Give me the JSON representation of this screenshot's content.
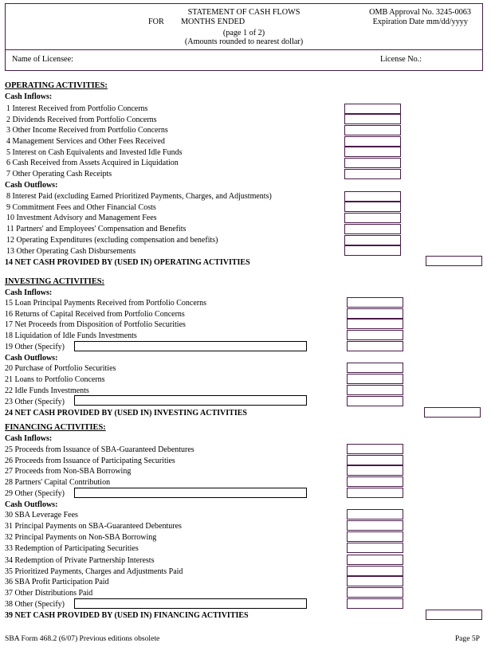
{
  "header": {
    "title": "STATEMENT OF CASH FLOWS",
    "for_label": "FOR",
    "months_label": "MONTHS ENDED",
    "page_of": "(page 1 of 2)",
    "rounding_note": "(Amounts rounded to nearest dollar)",
    "omb": "OMB Approval No. 3245-0063",
    "expiration": "Expiration Date  mm/dd/yyyy"
  },
  "licensee": {
    "name_label": "Name of Licensee:",
    "license_label": "License No.:"
  },
  "operating": {
    "heading": "OPERATING ACTIVITIES:",
    "inflows_label": "Cash Inflows:",
    "inflows": [
      "1  Interest Received from Portfolio Concerns",
      "2  Dividends Received from Portfolio Concerns",
      "3  Other Income Received from Portfolio Concerns",
      "4  Management Services and Other Fees Received",
      "5  Interest on Cash Equivalents and Invested Idle Funds",
      "6  Cash Received from Assets Acquired in Liquidation",
      "7  Other Operating Cash Receipts"
    ],
    "outflows_label": "Cash Outflows:",
    "outflows": [
      "8  Interest Paid (excluding Earned Prioritized Payments, Charges, and Adjustments)",
      "9   Commitment Fees and Other Financial Costs",
      "10  Investment Advisory and Management Fees",
      "11  Partners' and Employees' Compensation and Benefits",
      "12  Operating Expenditures (excluding compensation and benefits)",
      "13  Other Operating Cash Disbursements"
    ],
    "total": "14  NET CASH PROVIDED BY (USED IN) OPERATING ACTIVITIES"
  },
  "investing": {
    "heading": "INVESTING ACTIVITIES:",
    "inflows_label": "Cash Inflows:",
    "inflows": [
      "15  Loan Principal Payments Received from Portfolio Concerns",
      "16  Returns of Capital Received from Portfolio Concerns",
      "17  Net Proceeds from Disposition of Portfolio Securities",
      "18  Liquidation of Idle Funds Investments",
      "19  Other (Specify)"
    ],
    "outflows_label": "Cash Outflows:",
    "outflows": [
      "20  Purchase of Portfolio Securities",
      "21  Loans to Portfolio Concerns",
      "22  Idle Funds Investments",
      "23  Other (Specify)"
    ],
    "total": "24  NET CASH PROVIDED BY (USED IN) INVESTING ACTIVITIES"
  },
  "financing": {
    "heading": "FINANCING ACTIVITIES:",
    "inflows_label": "Cash Inflows:",
    "inflows": [
      "25  Proceeds from Issuance of SBA-Guaranteed Debentures",
      "26  Proceeds from Issuance of Participating Securities",
      "27  Proceeds from Non-SBA Borrowing",
      "28  Partners' Capital Contribution",
      "29  Other (Specify)"
    ],
    "outflows_label": "Cash Outflows:",
    "outflows": [
      "30  SBA Leverage Fees",
      "31  Principal Payments on SBA-Guaranteed Debentures",
      "32  Principal Payments on Non-SBA Borrowing",
      "33  Redemption of Participating Securities",
      "34  Redemption of Private Partnership Interests",
      "35  Prioritized Payments, Charges and Adjustments Paid",
      "36  SBA Profit Participation Paid",
      "37  Other Distributions Paid",
      "38  Other (Specify)"
    ],
    "total": "39  NET CASH PROVIDED BY (USED IN) FINANCING ACTIVITIES"
  },
  "footer": {
    "form": "SBA Form 468.2 (6/07)  Previous editions obsolete",
    "page": "Page 5P"
  }
}
